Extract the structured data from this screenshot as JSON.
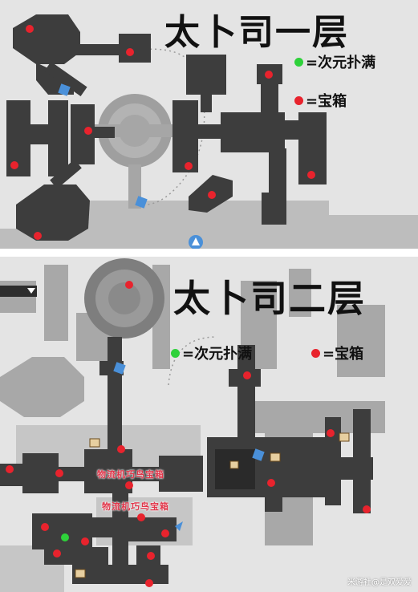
{
  "colors": {
    "chest": "#e8232d",
    "full_collect": "#2ed13a",
    "corridor": "#3d3d3d",
    "faded": "#a3a3a3",
    "background": "#e4e4e4"
  },
  "floor1": {
    "title": "太卜司一层",
    "legend": [
      {
        "marker": "green-dot",
        "label": "=次元扑满"
      },
      {
        "marker": "red-dot",
        "label": "=宝箱"
      }
    ]
  },
  "floor2": {
    "title": "太卜司二层",
    "legend": [
      {
        "marker": "green-dot",
        "label": "=次元扑满"
      },
      {
        "marker": "red-dot",
        "label": "=宝箱"
      }
    ],
    "notes": [
      "物流机巧鸟宝箱",
      "物流机巧鸟宝箱"
    ]
  },
  "watermark": "米游社@是双爱爱",
  "icons": [
    "teleport-anchor-icon",
    "space-anchor-icon",
    "player-arrow-icon",
    "chest-marker-icon"
  ]
}
